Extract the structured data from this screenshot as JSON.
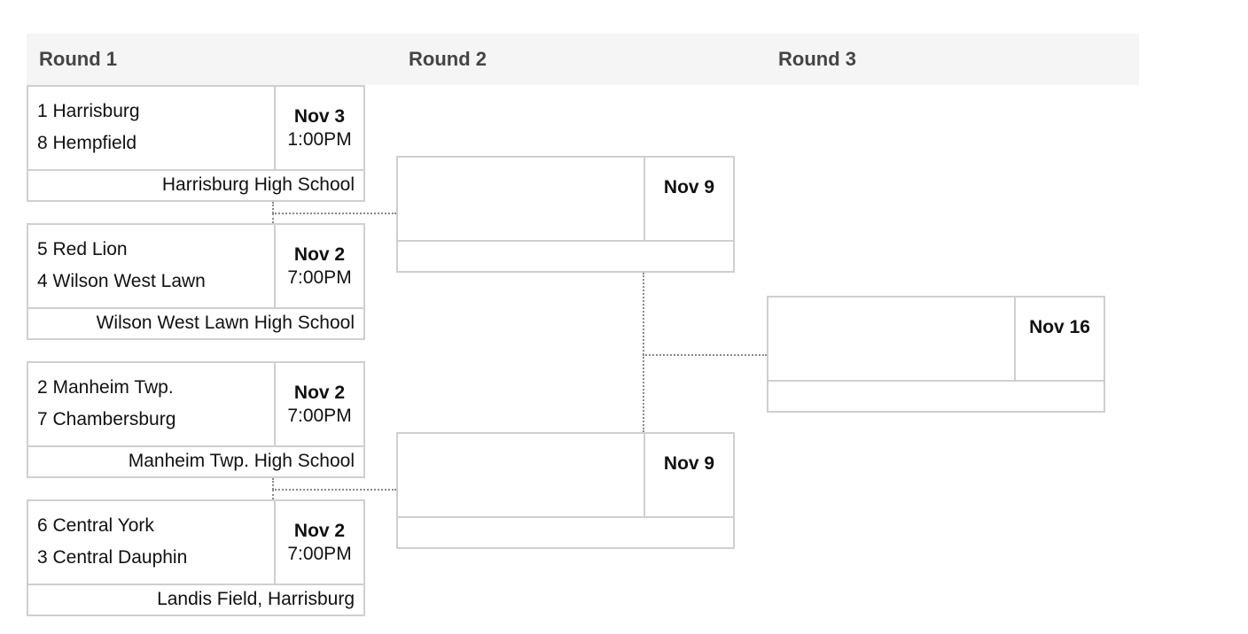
{
  "rounds": [
    {
      "label": "Round 1"
    },
    {
      "label": "Round 2"
    },
    {
      "label": "Round 3"
    }
  ],
  "round1": [
    {
      "team1": "1 Harrisburg",
      "team2": "8 Hempfield",
      "date": "Nov 3",
      "time": "1:00PM",
      "venue": "Harrisburg High School"
    },
    {
      "team1": "5 Red Lion",
      "team2": "4 Wilson West Lawn",
      "date": "Nov 2",
      "time": "7:00PM",
      "venue": "Wilson West Lawn High School"
    },
    {
      "team1": "2 Manheim Twp.",
      "team2": "7 Chambersburg",
      "date": "Nov 2",
      "time": "7:00PM",
      "venue": "Manheim Twp. High School"
    },
    {
      "team1": "6 Central York",
      "team2": "3 Central Dauphin",
      "date": "Nov 2",
      "time": "7:00PM",
      "venue": "Landis Field, Harrisburg"
    }
  ],
  "round2": [
    {
      "team1": "",
      "team2": "",
      "date": "Nov 9",
      "time": "",
      "venue": ""
    },
    {
      "team1": "",
      "team2": "",
      "date": "Nov 9",
      "time": "",
      "venue": ""
    }
  ],
  "round3": [
    {
      "team1": "",
      "team2": "",
      "date": "Nov 16",
      "time": "",
      "venue": ""
    }
  ]
}
